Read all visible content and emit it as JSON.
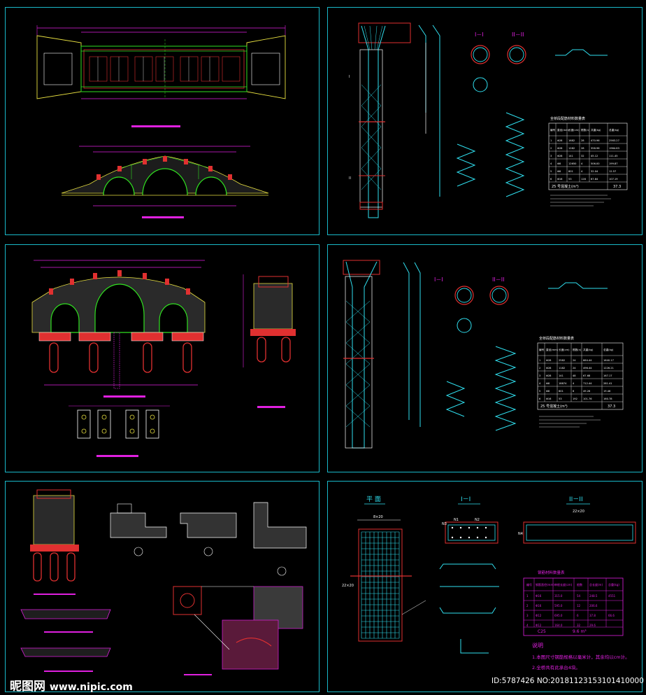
{
  "watermark": {
    "brand": "昵图网",
    "url": "www.nipic.com"
  },
  "id_tag": "ID:5787426 NO:20181123153101410000",
  "sheet2": {
    "sec1": "I－I",
    "sec2": "II－II",
    "label_I": "I",
    "label_II": "II",
    "table": {
      "title": "全桥段配筋材料数量表",
      "headers": [
        "编号",
        "直径(mm)",
        "长度(cm)",
        "根数(n)",
        "共重(kg)",
        "总重(kg)"
      ],
      "rows": [
        [
          "1",
          "Φ28",
          "1682",
          "28",
          "470.96",
          "2563.27"
        ],
        [
          "2",
          "Φ28",
          "1282",
          "28",
          "358.96",
          "1964.63"
        ],
        [
          "3",
          "Φ28",
          "141",
          "32",
          "45.12",
          "111.45"
        ],
        [
          "4",
          "Φ8",
          "12650",
          "4",
          "506.00",
          "199.87"
        ],
        [
          "5",
          "Φ8",
          "801",
          "4",
          "32.04",
          "12.57"
        ],
        [
          "6",
          "Φ16",
          "53",
          "128",
          "67.84",
          "107.19"
        ]
      ],
      "concrete": "25 号混凝土(m³)",
      "concrete_val": "37.3"
    }
  },
  "sheet4": {
    "sec1": "I－I",
    "sec2": "II－II",
    "table": {
      "title": "全桥段配筋材料数量表",
      "headers": [
        "编号",
        "直径(mm)",
        "长度(cm)",
        "根数(n)",
        "共重(kg)",
        "总重(kg)"
      ],
      "rows": [
        [
          "1",
          "Φ28",
          "2582",
          "24",
          "664.44",
          "1640.17"
        ],
        [
          "2",
          "Φ28",
          "1182",
          "24",
          "496.44",
          "1226.21"
        ],
        [
          "3",
          "Φ28",
          "141",
          "48",
          "67.68",
          "167.17"
        ],
        [
          "4",
          "Φ8",
          "18874",
          "4",
          "712.44",
          "281.41"
        ],
        [
          "5",
          "Φ8",
          "601",
          "6",
          "49.26",
          "19.46"
        ],
        [
          "6",
          "Φ16",
          "53",
          "192",
          "101.76",
          "160.78"
        ]
      ],
      "concrete": "25 号混凝土(m³)",
      "concrete_val": "37.3"
    }
  },
  "sheet6": {
    "plan_title": "平 面",
    "sec1": "I－I",
    "sec2": "II－II",
    "dim_top": "8×20",
    "dim_sec2": "22×20",
    "dim_side": "22×20",
    "n_labels": [
      "N1",
      "N2",
      "N3",
      "N4"
    ],
    "table": {
      "title": "钢筋材料数量表",
      "headers": [
        "编号",
        "钢筋直径(mm)",
        "单根长度(cm)",
        "根数",
        "总长度(m)",
        "总重(kg)"
      ],
      "rows": [
        [
          "1",
          "Φ16",
          "315.0",
          "54",
          "248.5",
          "4551"
        ],
        [
          "2",
          "Φ16",
          "595.0",
          "12",
          "206.6",
          ""
        ],
        [
          "3",
          "Φ12",
          "695.0",
          "6",
          "37.8",
          "66.6"
        ],
        [
          "4",
          "Φ12",
          "164.0",
          "32",
          "29.6",
          ""
        ]
      ],
      "concrete": "C25",
      "concrete_val": "9.6 m³"
    },
    "notes_title": "说明",
    "notes": [
      "1.本图尺寸钢筋规格以毫米计，其余均以cm计。",
      "2.全桥共有此承台4块。"
    ]
  }
}
